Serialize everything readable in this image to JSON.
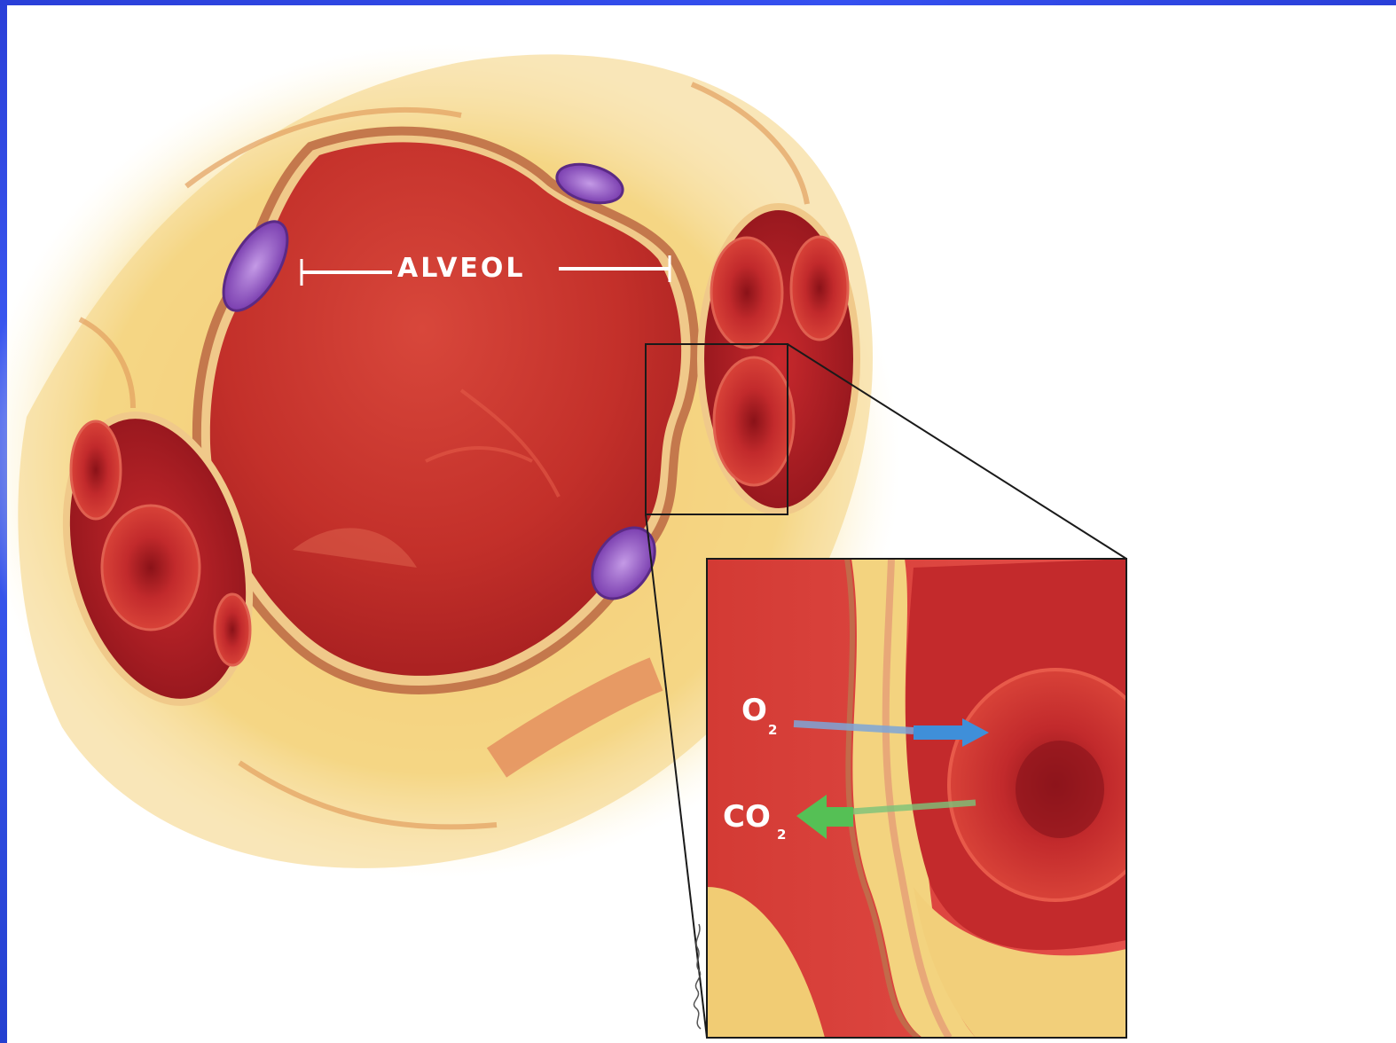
{
  "labels": {
    "alveol": "ALVEOL",
    "o2_main": "O",
    "o2_sub": "2",
    "co2_main": "CO",
    "co2_sub": "2"
  },
  "colors": {
    "frame": "#2a3fd8",
    "tissue": "#f3d58a",
    "alveolus": "#c8322c",
    "blood_cell": "#b42128",
    "nucleus": "#9a5fc8",
    "o2_arrow": "#4a9ad8",
    "co2_arrow": "#5cc25c"
  }
}
